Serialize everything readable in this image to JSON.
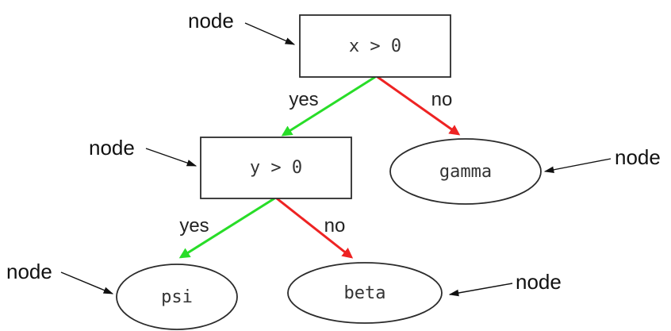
{
  "diagram": {
    "title": "decision-tree-diagram",
    "colors": {
      "yes_edge": "#28dd28",
      "no_edge": "#ee2323",
      "annotation": "#111111",
      "node_border": "#2b2b2b",
      "node_text": "#333333",
      "background": "#ffffff"
    },
    "nodes": {
      "root": {
        "label": "x > 0",
        "shape": "rect"
      },
      "branch": {
        "label": "y > 0",
        "shape": "rect"
      },
      "gamma": {
        "label": "gamma",
        "shape": "ellipse"
      },
      "psi": {
        "label": "psi",
        "shape": "ellipse"
      },
      "beta": {
        "label": "beta",
        "shape": "ellipse"
      }
    },
    "edges": {
      "root_yes": {
        "label": "yes",
        "from": "root",
        "to": "branch",
        "color_role": "yes_edge"
      },
      "root_no": {
        "label": "no",
        "from": "root",
        "to": "gamma",
        "color_role": "no_edge"
      },
      "branch_yes": {
        "label": "yes",
        "from": "branch",
        "to": "psi",
        "color_role": "yes_edge"
      },
      "branch_no": {
        "label": "no",
        "from": "branch",
        "to": "beta",
        "color_role": "no_edge"
      }
    },
    "annotation": {
      "label": "node",
      "count": 5
    }
  }
}
